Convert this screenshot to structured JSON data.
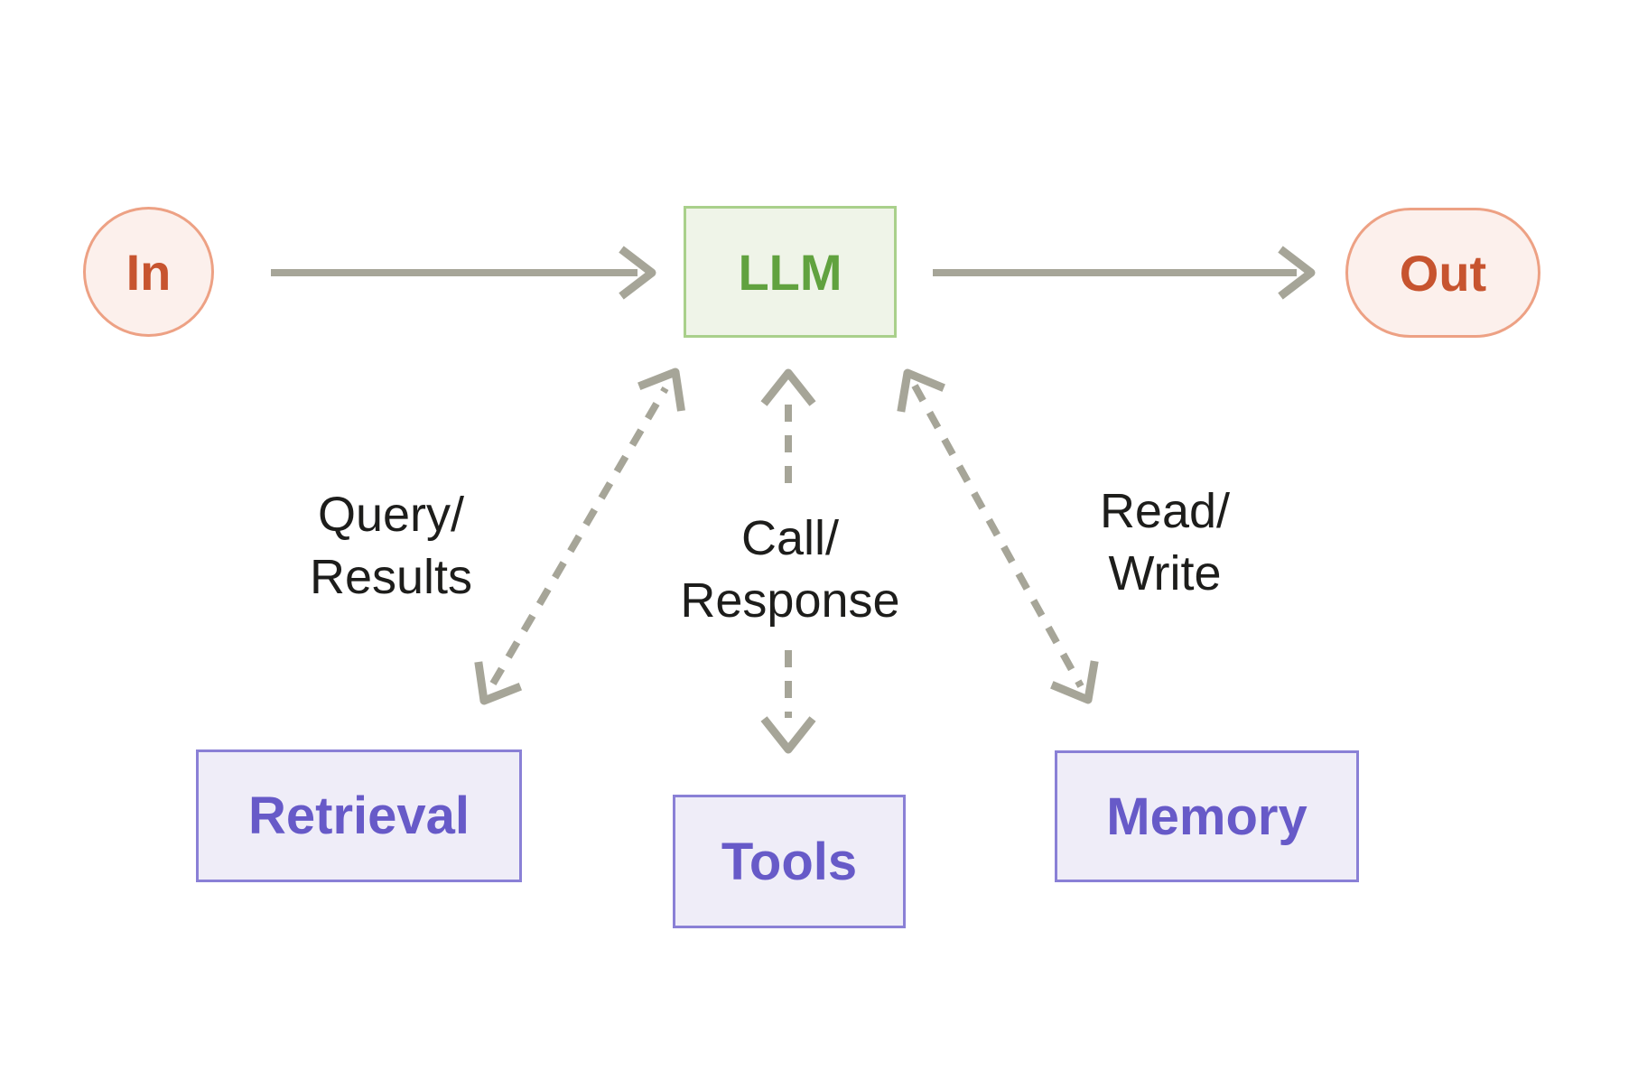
{
  "nodes": {
    "input": {
      "label": "In"
    },
    "llm": {
      "label": "LLM"
    },
    "output": {
      "label": "Out"
    },
    "retrieval": {
      "label": "Retrieval"
    },
    "tools": {
      "label": "Tools"
    },
    "memory": {
      "label": "Memory"
    }
  },
  "edge_labels": {
    "retrieval": {
      "line1": "Query/",
      "line2": "Results"
    },
    "tools": {
      "line1": "Call/",
      "line2": "Response"
    },
    "memory": {
      "line1": "Read/",
      "line2": "Write"
    }
  },
  "colors": {
    "background": "#ffffff",
    "arrow": "#a6a598",
    "label-text": "#1d1d1b",
    "inout-fill": "#fcf0ec",
    "inout-border": "#eda184",
    "inout-text": "#c7542f",
    "llm-fill": "#eff4e8",
    "llm-border": "#a9d08b",
    "llm-text": "#61a23f",
    "module-fill": "#efedf8",
    "module-border": "#8a80d6",
    "module-text": "#675ac8"
  }
}
